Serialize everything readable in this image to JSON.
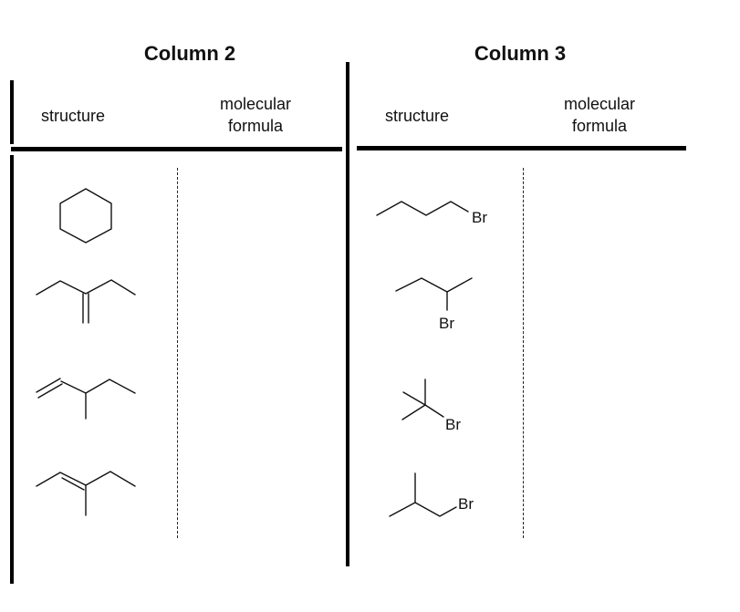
{
  "columns": [
    {
      "title": "Column 2",
      "header_structure": "structure",
      "header_formula_line1": "molecular",
      "header_formula_line2": "formula",
      "structures": [
        {
          "name": "cyclohexane"
        },
        {
          "name": "2-ethyl-1-butene"
        },
        {
          "name": "3-methyl-1-pentene"
        },
        {
          "name": "3-methyl-2-pentene"
        }
      ]
    },
    {
      "title": "Column 3",
      "header_structure": "structure",
      "header_formula_line1": "molecular",
      "header_formula_line2": "formula",
      "structures": [
        {
          "name": "1-bromobutane",
          "label": "Br"
        },
        {
          "name": "2-bromobutane",
          "label": "Br"
        },
        {
          "name": "tert-butyl bromide",
          "label": "Br"
        },
        {
          "name": "1-bromo-2-methylpropane",
          "label": "Br"
        }
      ]
    }
  ]
}
